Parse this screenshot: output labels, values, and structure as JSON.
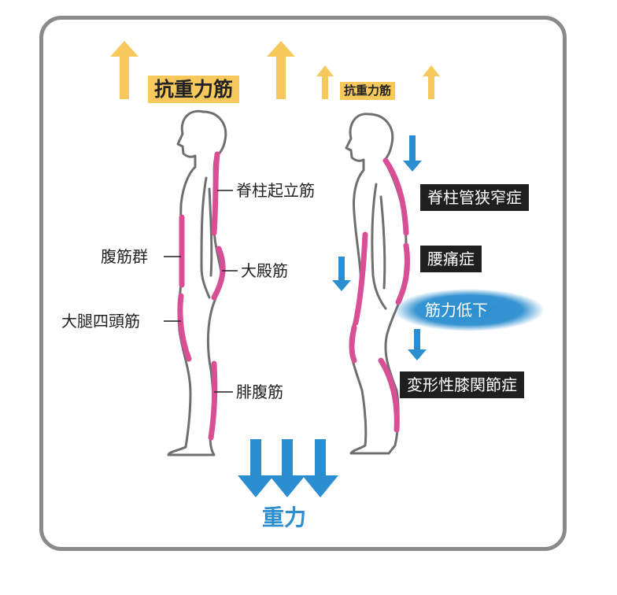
{
  "colors": {
    "frame": "#8a8a8a",
    "up_arrow": "#f7c85c",
    "down_arrow": "#2b8ed0",
    "muscle": "#d94f96",
    "label_box": "#1f1f1f",
    "weakness_ellipse": "#2b8ed0"
  },
  "left_figure": {
    "title": "抗重力筋",
    "labels": {
      "spine": "脊柱起立筋",
      "abdominal": "腹筋群",
      "gluteus": "大殿筋",
      "quadriceps": "大腿四頭筋",
      "calf": "腓腹筋"
    }
  },
  "right_figure": {
    "title": "抗重力筋",
    "conditions": {
      "stenosis": "脊柱管狭窄症",
      "lumbago": "腰痛症",
      "weakness": "筋力低下",
      "knee": "変形性膝関節症"
    }
  },
  "gravity": "重力"
}
